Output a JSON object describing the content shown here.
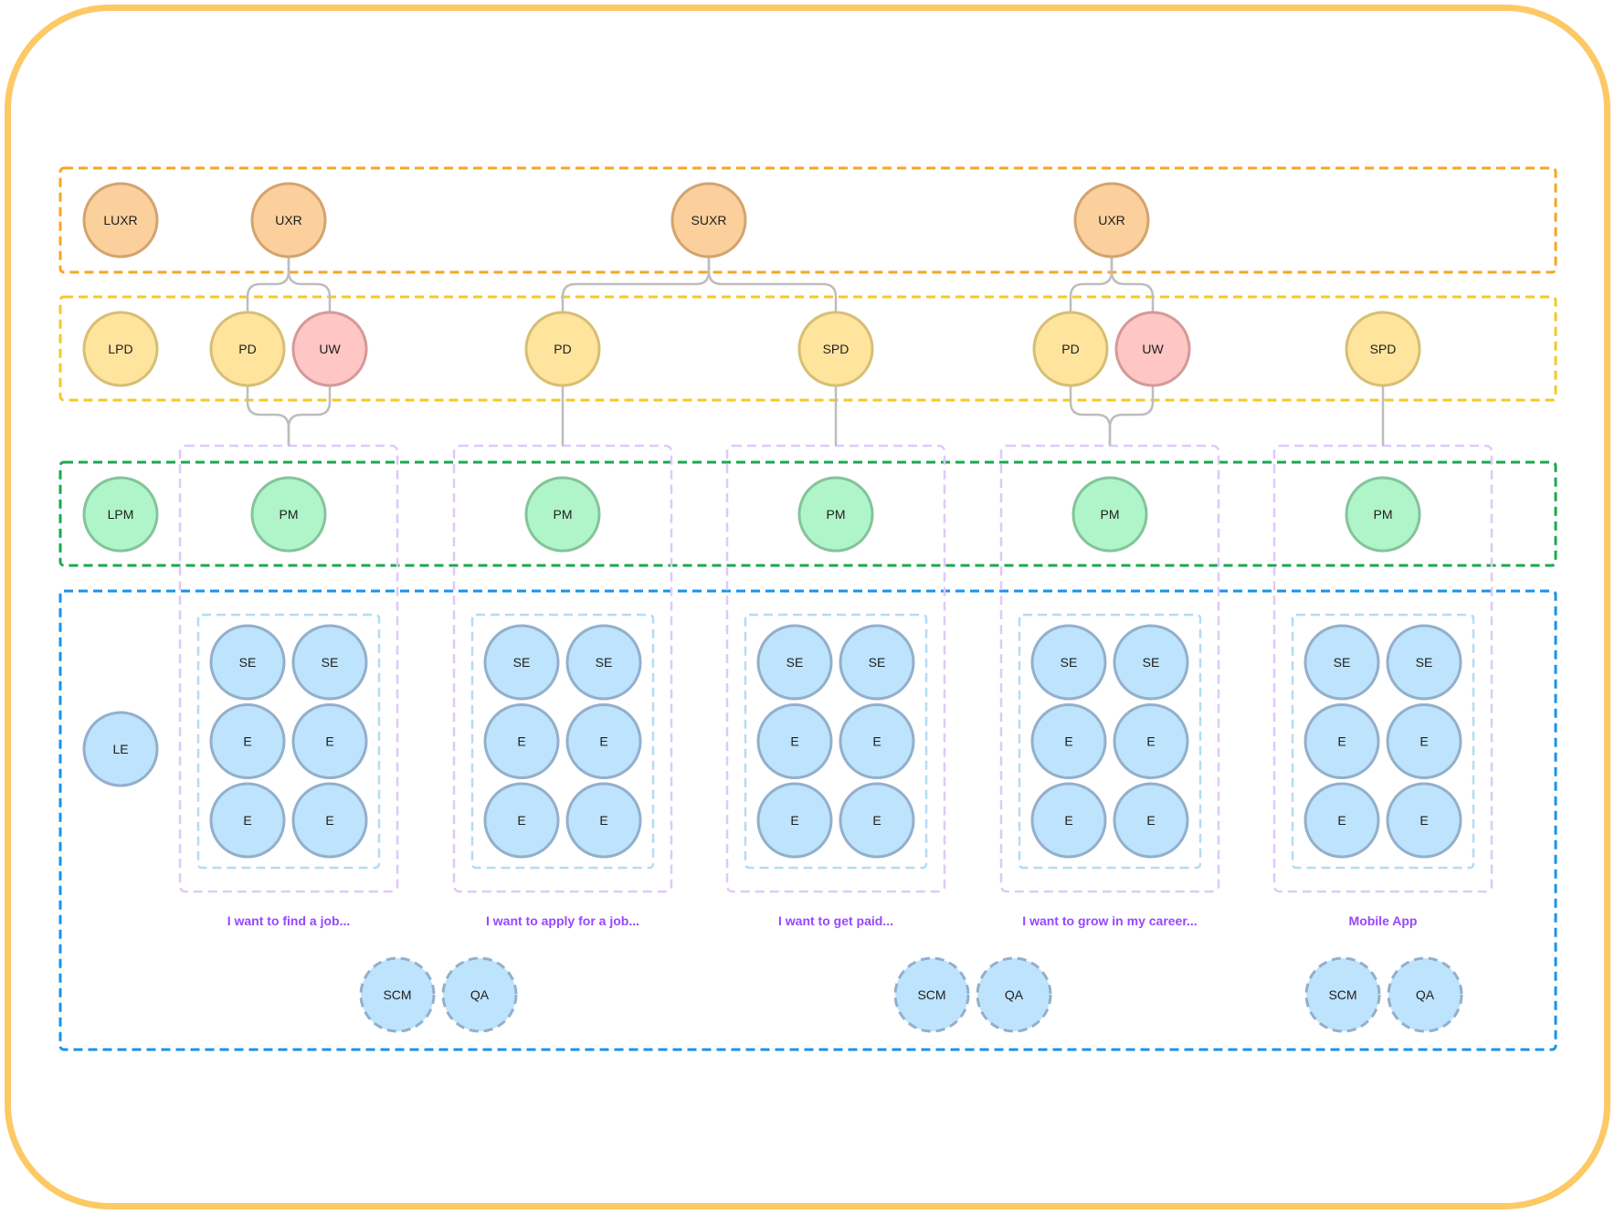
{
  "colors": {
    "frame": "#FDC965",
    "ux_band": "#F6A623",
    "design_band": "#F5C82A",
    "pm_band": "#1BA84F",
    "eng_band": "#1A93E8",
    "squad_outline": "#E0C8FA",
    "eng_cluster": "#B3DCF5",
    "connector": "#BDBDBD",
    "caption": "#9747FF",
    "orange_fill": "#FBD09D",
    "orange_stroke": "#D3A46E",
    "yellow_fill": "#FFE49E",
    "yellow_stroke": "#D6BF73",
    "pink_fill": "#FEC6C4",
    "pink_stroke": "#D49A98",
    "green_fill": "#B0F5CA",
    "green_stroke": "#84C49A",
    "blue_fill": "#BEE3FC",
    "blue_stroke": "#93AFCB"
  },
  "bands": [
    {
      "id": "ux",
      "color": "ux_band"
    },
    {
      "id": "design",
      "color": "design_band"
    },
    {
      "id": "pm",
      "color": "pm_band"
    },
    {
      "id": "eng",
      "color": "eng_band"
    }
  ],
  "nodes": [
    {
      "id": "luxr",
      "label": "LUXR",
      "tone": "orange"
    },
    {
      "id": "uxr-1",
      "label": "UXR",
      "tone": "orange"
    },
    {
      "id": "suxr",
      "label": "SUXR",
      "tone": "orange"
    },
    {
      "id": "uxr-2",
      "label": "UXR",
      "tone": "orange"
    },
    {
      "id": "lpd",
      "label": "LPD",
      "tone": "yellow"
    },
    {
      "id": "pd-1",
      "label": "PD",
      "tone": "yellow"
    },
    {
      "id": "uw-1",
      "label": "UW",
      "tone": "pink"
    },
    {
      "id": "pd-2",
      "label": "PD",
      "tone": "yellow"
    },
    {
      "id": "spd-1",
      "label": "SPD",
      "tone": "yellow"
    },
    {
      "id": "pd-3",
      "label": "PD",
      "tone": "yellow"
    },
    {
      "id": "uw-2",
      "label": "UW",
      "tone": "pink"
    },
    {
      "id": "spd-2",
      "label": "SPD",
      "tone": "yellow"
    },
    {
      "id": "lpm",
      "label": "LPM",
      "tone": "green"
    },
    {
      "id": "pm-1",
      "label": "PM",
      "tone": "green"
    },
    {
      "id": "pm-2",
      "label": "PM",
      "tone": "green"
    },
    {
      "id": "pm-3",
      "label": "PM",
      "tone": "green"
    },
    {
      "id": "pm-4",
      "label": "PM",
      "tone": "green"
    },
    {
      "id": "pm-5",
      "label": "PM",
      "tone": "green"
    },
    {
      "id": "le",
      "label": "LE",
      "tone": "blue"
    }
  ],
  "squads": [
    {
      "caption": "I want to find a job...",
      "engineers": [
        "SE",
        "SE",
        "E",
        "E",
        "E",
        "E"
      ]
    },
    {
      "caption": "I want to apply for a job...",
      "engineers": [
        "SE",
        "SE",
        "E",
        "E",
        "E",
        "E"
      ]
    },
    {
      "caption": "I want to get paid...",
      "engineers": [
        "SE",
        "SE",
        "E",
        "E",
        "E",
        "E"
      ]
    },
    {
      "caption": "I want to grow in my career...",
      "engineers": [
        "SE",
        "SE",
        "E",
        "E",
        "E",
        "E"
      ]
    },
    {
      "caption": "Mobile App",
      "engineers": [
        "SE",
        "SE",
        "E",
        "E",
        "E",
        "E"
      ]
    }
  ],
  "shared_roles": [
    {
      "label": "SCM",
      "tone": "blue",
      "dashed": true
    },
    {
      "label": "QA",
      "tone": "blue",
      "dashed": true
    },
    {
      "label": "SCM",
      "tone": "blue",
      "dashed": true
    },
    {
      "label": "QA",
      "tone": "blue",
      "dashed": true
    },
    {
      "label": "SCM",
      "tone": "blue",
      "dashed": true
    },
    {
      "label": "QA",
      "tone": "blue",
      "dashed": true
    }
  ]
}
